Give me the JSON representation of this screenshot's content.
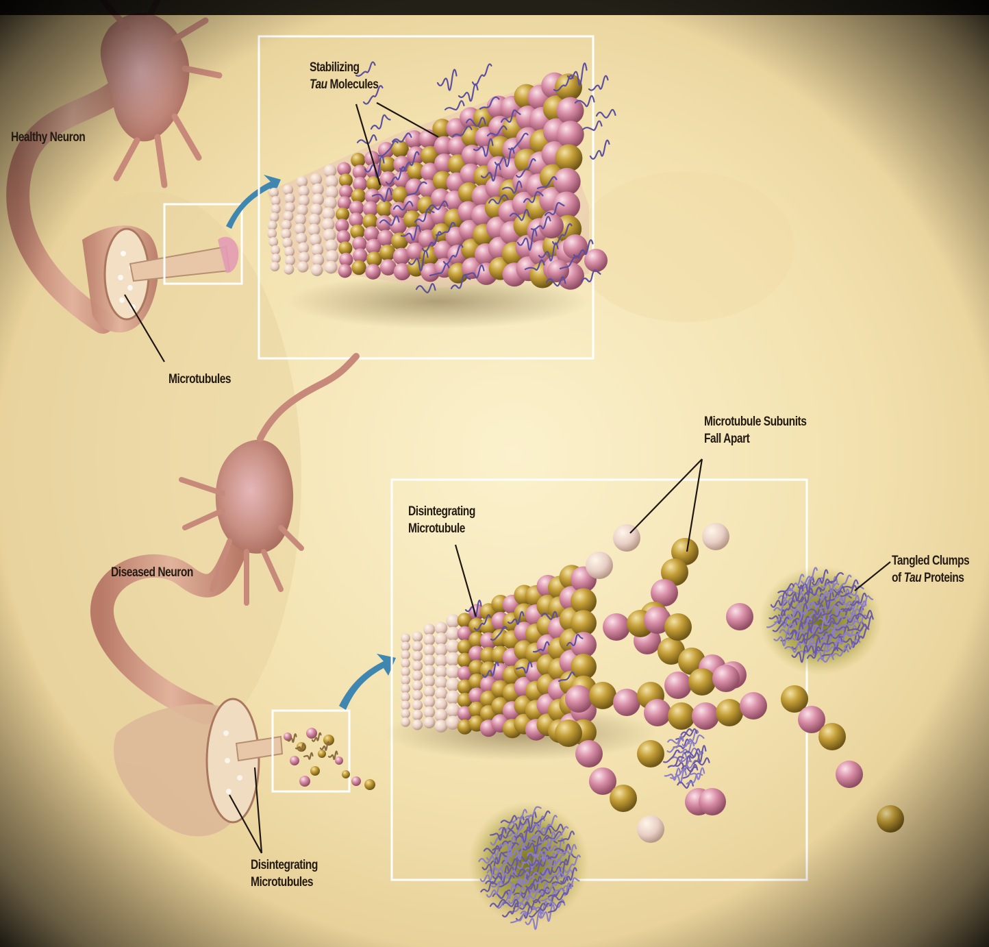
{
  "labels": {
    "healthy_neuron": "Healthy Neuron",
    "stabilizing_line1": "Stabilizing",
    "stabilizing_tau": "Tau",
    "stabilizing_molecules": "Molecules",
    "microtubules": "Microtubules",
    "subunits_line1": "Microtubule Subunits",
    "subunits_line2": "Fall Apart",
    "disintegrating_microtubule_line1": "Disintegrating",
    "disintegrating_microtubule_line2": "Microtubule",
    "diseased_neuron": "Diseased Neuron",
    "tangled_line1": "Tangled Clumps",
    "tangled_of": "of",
    "tangled_tau": "Tau",
    "tangled_proteins": "Proteins",
    "disintegrating_microtubules_line1": "Disintegrating",
    "disintegrating_microtubules_line2": "Microtubules"
  },
  "colors": {
    "background": "#f5e7b8",
    "vignette": "#000000",
    "neuron": "#c79682",
    "subunit_pink": "#d58ea4",
    "subunit_gold": "#bf9a35",
    "tau_protein": "#6a5aa6",
    "tangle_halo": "#8a8a1e",
    "frame": "#ffffff",
    "arrow": "#3f86b0"
  }
}
